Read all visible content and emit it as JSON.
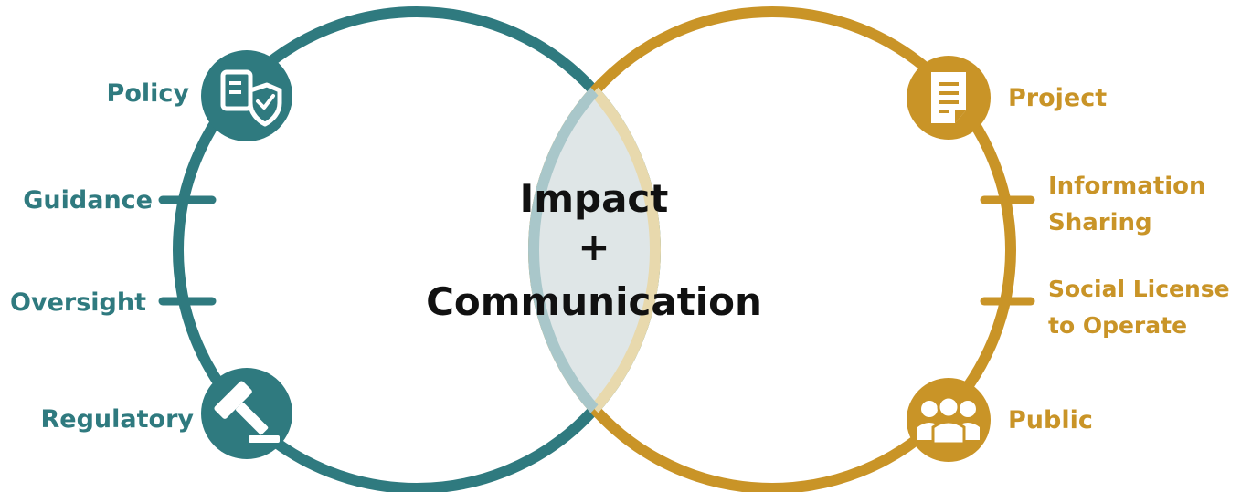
{
  "colors": {
    "left": "#2f7a7f",
    "right": "#c99427",
    "overlap_fill": "#dfe6e7",
    "overlap_left_stroke": "#e8d9ad",
    "overlap_right_stroke": "#a9c7ca",
    "center_text": "#111111"
  },
  "center": {
    "line1": "Impact",
    "line2": "+",
    "line3": "Communication"
  },
  "left": {
    "policy": "Policy",
    "guidance": "Guidance",
    "oversight": "Oversight",
    "regulatory": "Regulatory"
  },
  "right": {
    "project": "Project",
    "info_line1": "Information",
    "info_line2": "Sharing",
    "social_line1": "Social License",
    "social_line2": "to Operate",
    "public": "Public"
  },
  "icons": {
    "policy": "document-shield-icon",
    "regulatory": "gavel-icon",
    "project": "document-icon",
    "public": "people-icon"
  }
}
